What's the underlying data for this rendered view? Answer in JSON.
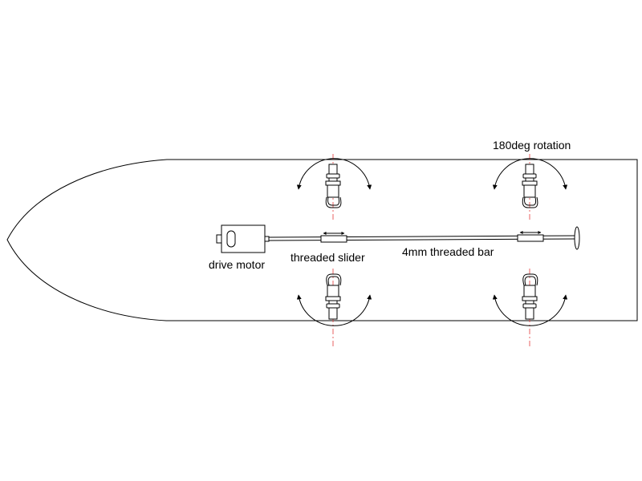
{
  "labels": {
    "drive_motor": "drive motor",
    "threaded_slider": "threaded slider",
    "threaded_bar": "4mm threaded bar",
    "rotation": "180deg rotation"
  },
  "icons": {
    "motor": "motor-icon",
    "servo": "servo-icon",
    "rotation_arrow": "rotation-arrow-icon",
    "slider": "slider-icon",
    "disc": "end-disc-icon"
  },
  "colors": {
    "line": "#000000",
    "axis": "#e53b3b",
    "background": "#ffffff"
  }
}
